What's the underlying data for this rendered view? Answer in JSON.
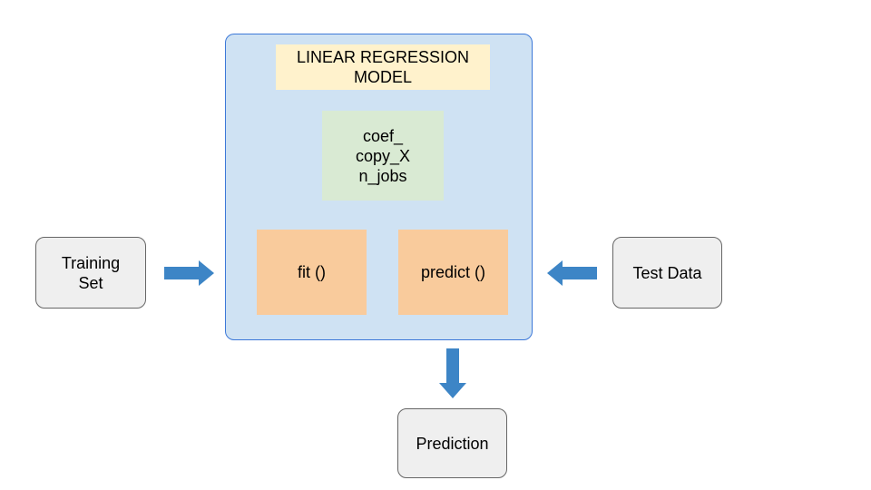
{
  "model": {
    "title_lines": [
      "LINEAR REGRESSION",
      "MODEL"
    ],
    "attributes": [
      "coef_",
      "copy_X",
      "n_jobs"
    ],
    "methods": {
      "fit": "fit ()",
      "predict": "predict ()"
    }
  },
  "inputs": {
    "training_lines": [
      "Training",
      "Set"
    ],
    "test": "Test Data"
  },
  "output": {
    "prediction": "Prediction"
  },
  "colors": {
    "model_fill": "#cfe2f3",
    "model_border": "#3c78d8",
    "title_fill": "#fff2cc",
    "attributes_fill": "#d9ead3",
    "method_fill": "#f9cb9c",
    "io_fill": "#efefef",
    "arrow": "#3d85c6"
  }
}
